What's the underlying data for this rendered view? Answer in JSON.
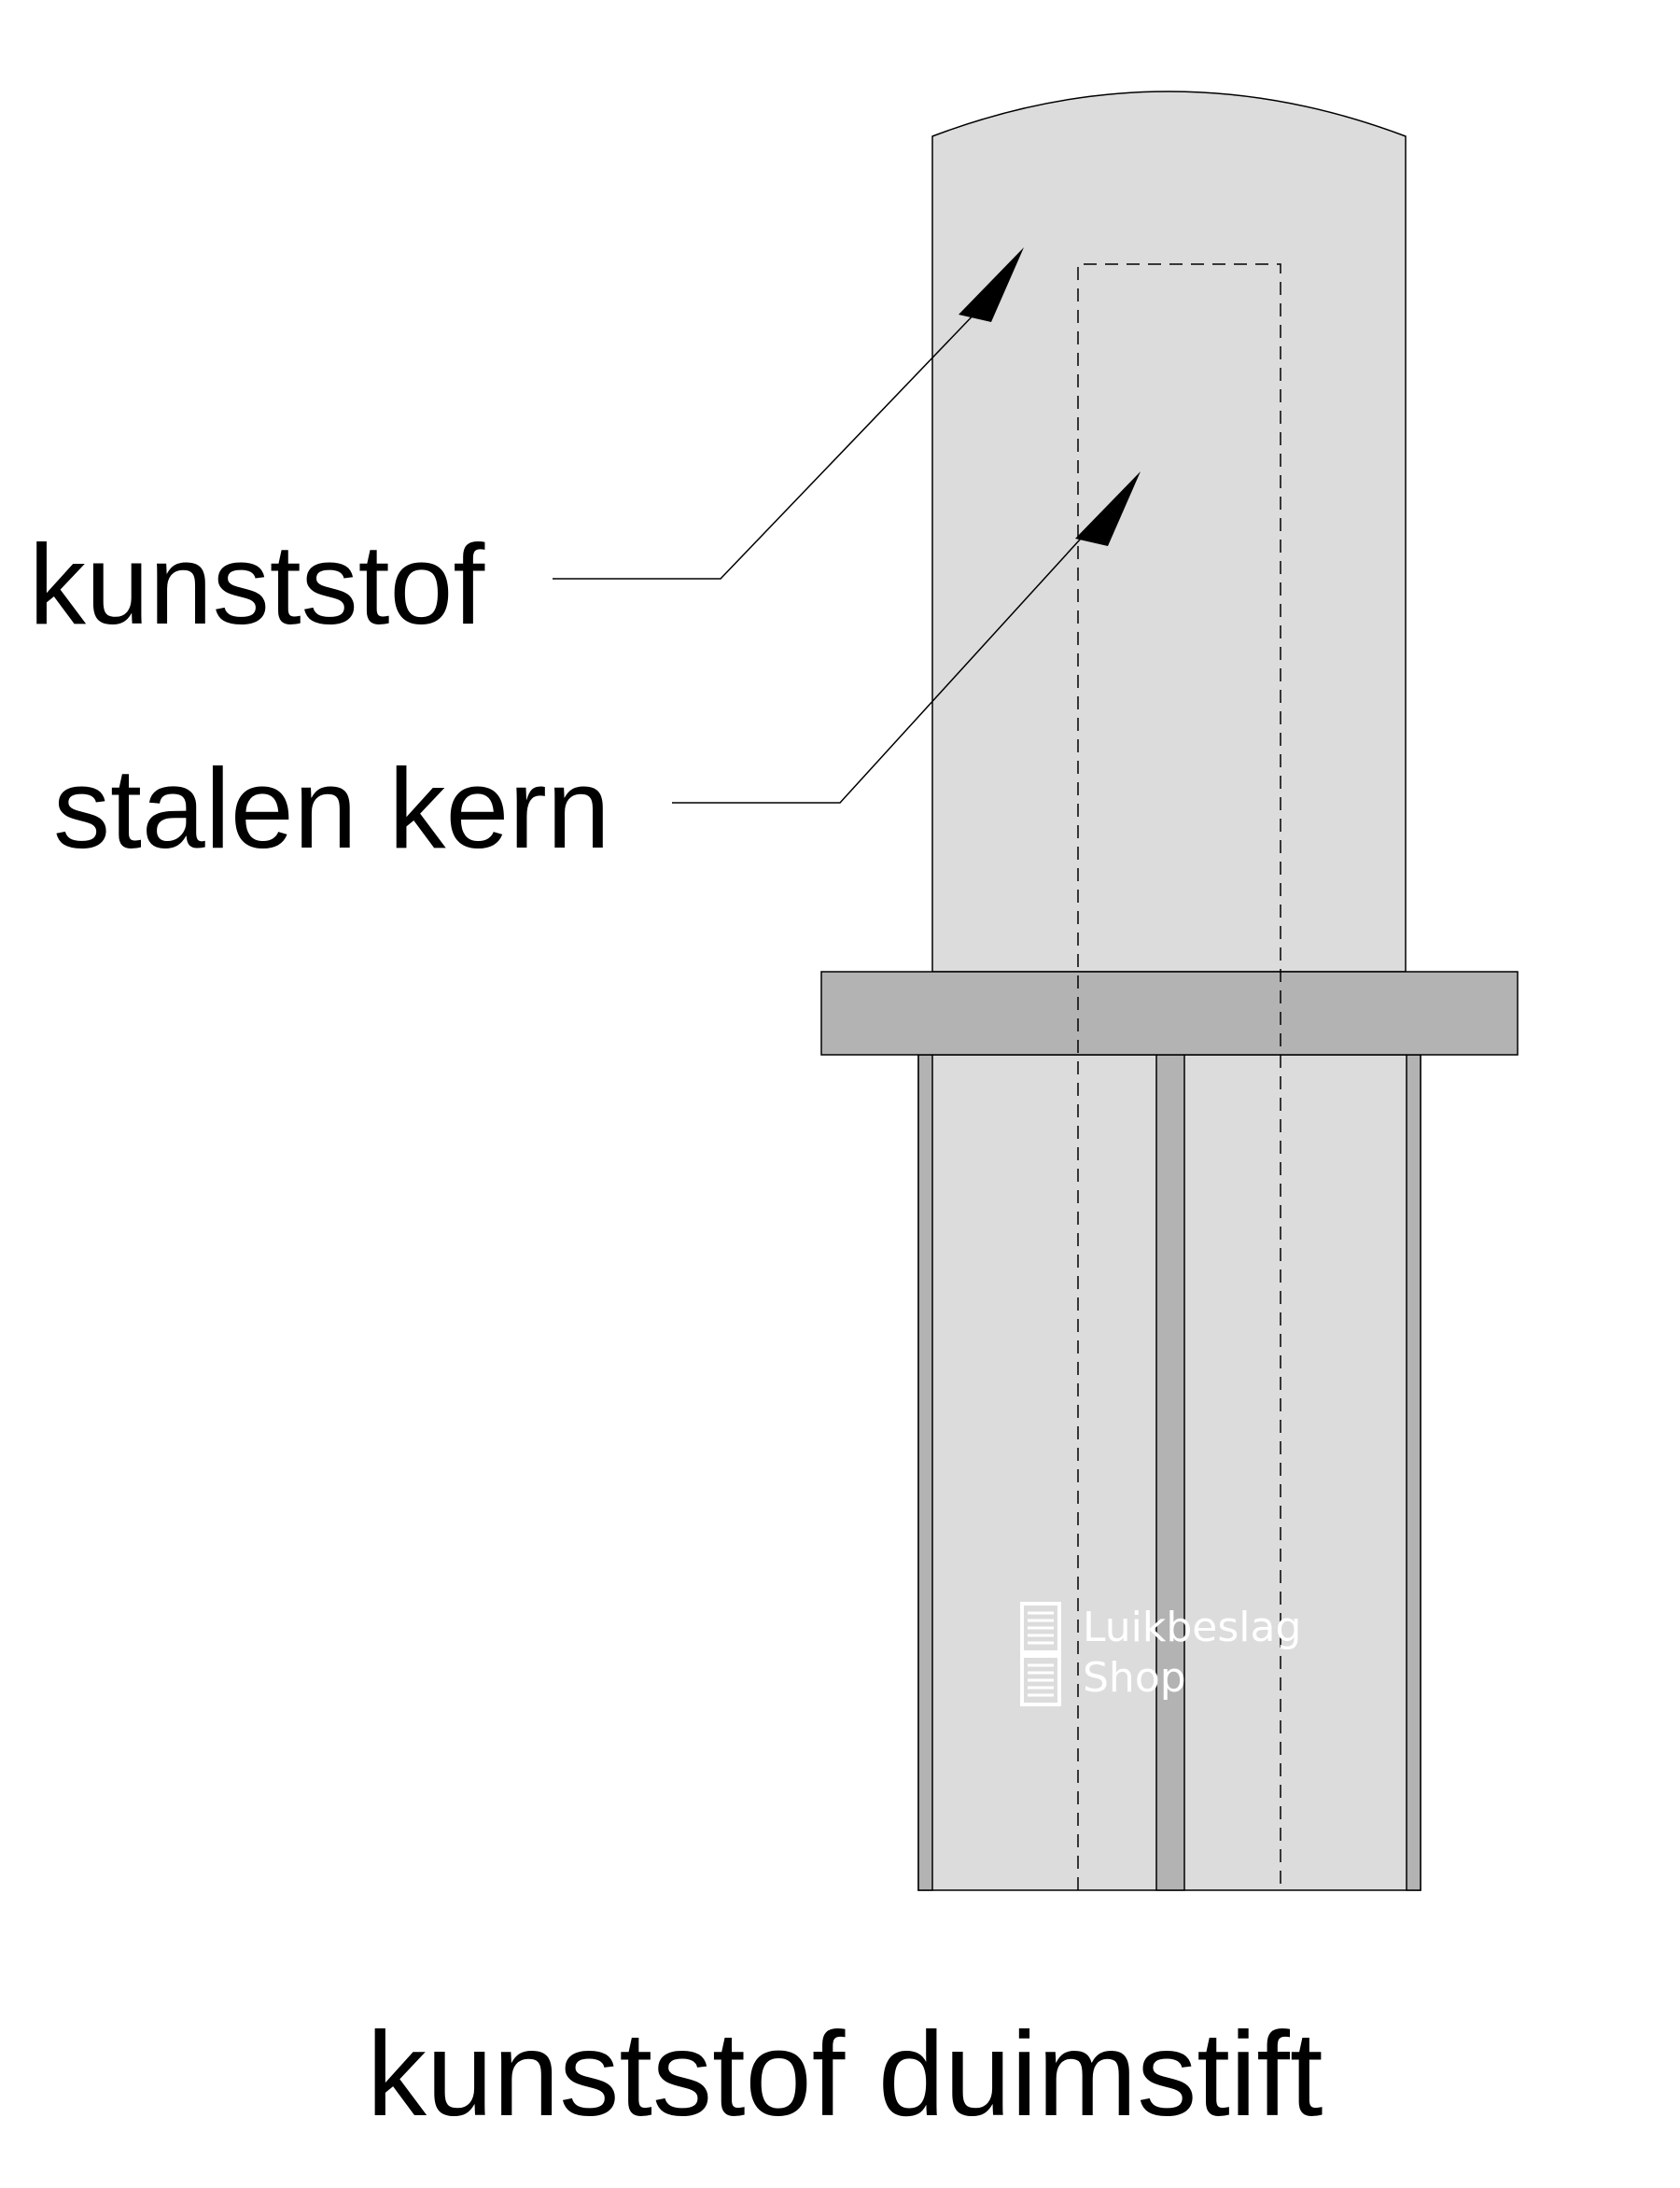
{
  "labels": {
    "plastic": "kunststof",
    "steel_core": "stalen kern",
    "title": "kunststof duimstift"
  },
  "watermark": {
    "line1": "Luikbeslag",
    "line2": "Shop"
  },
  "colors": {
    "body": "#dcdcdc",
    "flange": "#b3b3b3",
    "outline": "#000000"
  }
}
